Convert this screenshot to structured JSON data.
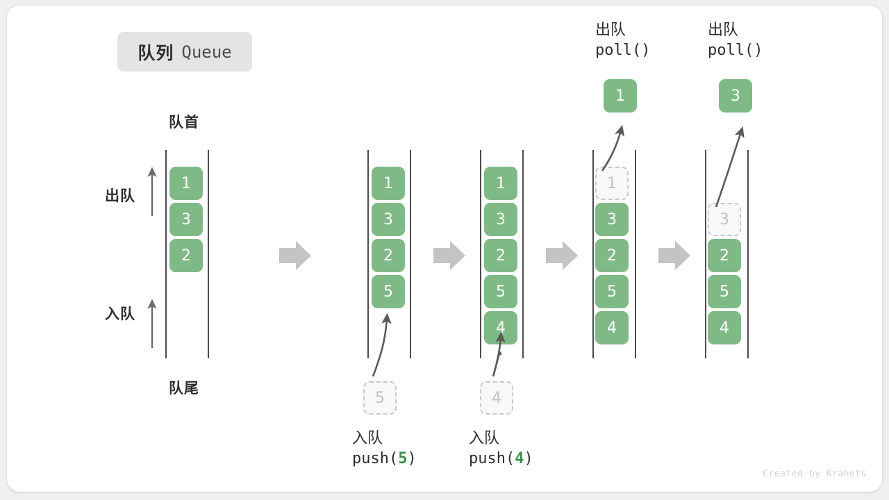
{
  "title": {
    "cn": "队列",
    "en": "Queue"
  },
  "labels": {
    "head": "队首",
    "tail": "队尾",
    "dequeue": "出队",
    "enqueue": "入队"
  },
  "watermark": "Created by Krahets",
  "colors": {
    "box_fill": "#7fba86",
    "box_text": "#ffffff",
    "ghost_fill": "#f8f8f8",
    "ghost_border": "#c9c9c9",
    "ghost_text": "#c2c2c2",
    "rail": "#4b4b4b",
    "arrow_gray": "#c4c4c4",
    "arrow_dark": "#5a5a5a",
    "badge_bg": "#e4e4e4",
    "text": "#2e2e2e",
    "accent_green": "#3e8e4e",
    "watermark": "#d2d2d2"
  },
  "stages": [
    {
      "id": "stage-initial",
      "items": [
        "1",
        "3",
        "2"
      ],
      "ghost_index": null,
      "ghost_value": null,
      "incoming": null,
      "outgoing": null,
      "caption_cn": null,
      "caption_code": null
    },
    {
      "id": "stage-push-5",
      "items": [
        "1",
        "3",
        "2",
        "5"
      ],
      "ghost_index": null,
      "ghost_value": null,
      "incoming": "5",
      "outgoing": null,
      "caption_cn": "入队",
      "caption_code_pre": "push(",
      "caption_code_num": "5",
      "caption_code_post": ")"
    },
    {
      "id": "stage-push-4",
      "items": [
        "1",
        "3",
        "2",
        "5",
        "4"
      ],
      "ghost_index": null,
      "ghost_value": null,
      "incoming": "4",
      "outgoing": null,
      "caption_cn": "入队",
      "caption_code_pre": "push(",
      "caption_code_num": "4",
      "caption_code_post": ")"
    },
    {
      "id": "stage-poll-1",
      "items": [
        "1",
        "3",
        "2",
        "5",
        "4"
      ],
      "ghost_index": 0,
      "ghost_value": "1",
      "incoming": null,
      "outgoing": "1",
      "caption_cn": "出队",
      "caption_code_pre": "poll(",
      "caption_code_num": "",
      "caption_code_post": ")"
    },
    {
      "id": "stage-poll-3",
      "items": [
        "3",
        "2",
        "5",
        "4"
      ],
      "ghost_index": 0,
      "ghost_value": "3",
      "incoming": null,
      "outgoing": "3",
      "caption_cn": "出队",
      "caption_code_pre": "poll(",
      "caption_code_num": "",
      "caption_code_post": ")"
    }
  ],
  "flow_arrows": [
    "step-arrow-1",
    "step-arrow-2",
    "step-arrow-3",
    "step-arrow-4"
  ]
}
